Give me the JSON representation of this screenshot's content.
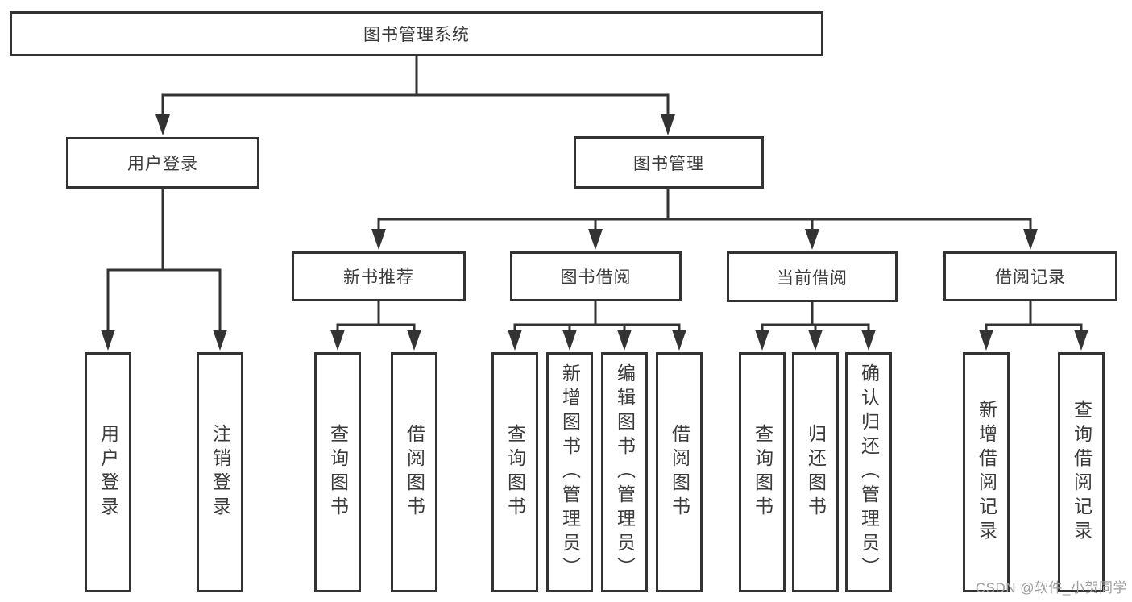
{
  "diagram": {
    "type": "hierarchy-tree",
    "root_label": "图书管理系统"
  },
  "nodes": [
    {
      "id": "root",
      "label": "图书管理系统",
      "parent": null,
      "level": 1
    },
    {
      "id": "user-login",
      "label": "用户登录",
      "parent": "root",
      "level": 2
    },
    {
      "id": "book-management",
      "label": "图书管理",
      "parent": "root",
      "level": 2
    },
    {
      "id": "new-book-recommend",
      "label": "新书推荐",
      "parent": "book-management",
      "level": 3
    },
    {
      "id": "book-borrowing",
      "label": "图书借阅",
      "parent": "book-management",
      "level": 3
    },
    {
      "id": "current-borrowing",
      "label": "当前借阅",
      "parent": "book-management",
      "level": 3
    },
    {
      "id": "borrow-records",
      "label": "借阅记录",
      "parent": "book-management",
      "level": 3
    },
    {
      "id": "leaf-user-login",
      "label": "用户登录",
      "parent": "user-login",
      "level": 4
    },
    {
      "id": "leaf-logout",
      "label": "注销登录",
      "parent": "user-login",
      "level": 4
    },
    {
      "id": "leaf-query-book-rec",
      "label": "查询图书",
      "parent": "new-book-recommend",
      "level": 4
    },
    {
      "id": "leaf-borrow-book-rec",
      "label": "借阅图书",
      "parent": "new-book-recommend",
      "level": 4
    },
    {
      "id": "leaf-query-book-bor",
      "label": "查询图书",
      "parent": "book-borrowing",
      "level": 4
    },
    {
      "id": "leaf-add-book-admin",
      "label": "新增图书（管理员）",
      "parent": "book-borrowing",
      "level": 4
    },
    {
      "id": "leaf-edit-book-admin",
      "label": "编辑图书（管理员）",
      "parent": "book-borrowing",
      "level": 4
    },
    {
      "id": "leaf-borrow-book",
      "label": "借阅图书",
      "parent": "book-borrowing",
      "level": 4
    },
    {
      "id": "leaf-query-book-cur",
      "label": "查询图书",
      "parent": "current-borrowing",
      "level": 4
    },
    {
      "id": "leaf-return-book",
      "label": "归还图书",
      "parent": "current-borrowing",
      "level": 4
    },
    {
      "id": "leaf-confirm-return-admin",
      "label": "确认归还（管理员）",
      "parent": "current-borrowing",
      "level": 4
    },
    {
      "id": "leaf-add-borrow-record",
      "label": "新增借阅记录",
      "parent": "borrow-records",
      "level": 4
    },
    {
      "id": "leaf-query-borrow-record",
      "label": "查询借阅记录",
      "parent": "borrow-records",
      "level": 4
    }
  ],
  "watermark": {
    "text": "CSDN @软件_小贺同学",
    "color": "#9c9c9c"
  },
  "colors": {
    "background": "#ffffff",
    "box_border": "#333333",
    "line": "#333333",
    "text": "#3a3a3a"
  }
}
